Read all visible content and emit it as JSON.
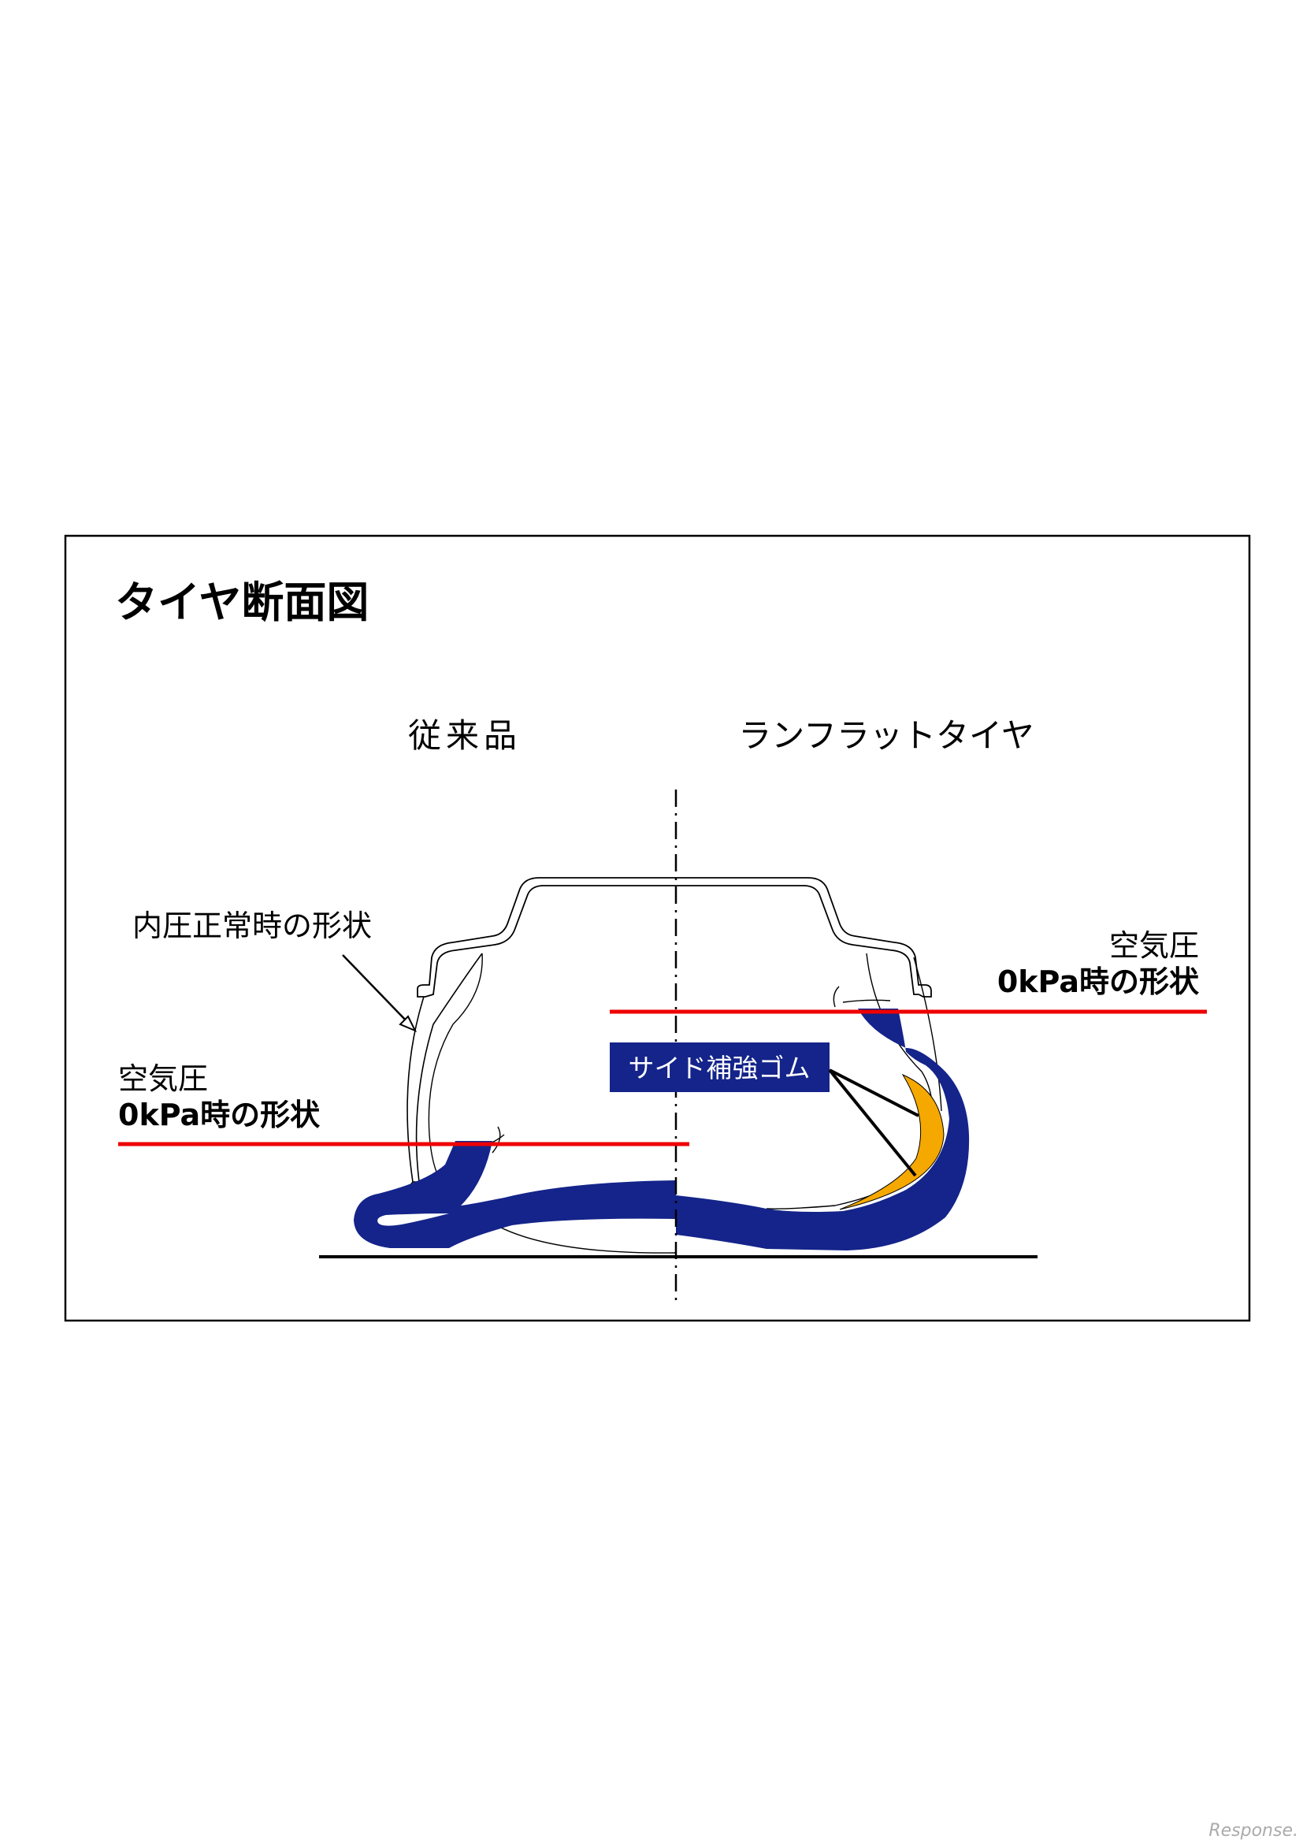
{
  "title": "タイヤ断面図",
  "columns": {
    "conventional": "従来品",
    "runflat": "ランフラットタイヤ"
  },
  "labels": {
    "normal_shape": "内圧正常時の形状",
    "left_zero": {
      "line1": "空気圧",
      "line2": "0kPa時の形状"
    },
    "right_zero": {
      "line1": "空気圧",
      "line2": "0kPa時の形状"
    },
    "side_reinforcement": "サイド補強ゴム"
  },
  "watermark": "Response.",
  "colors": {
    "tire": "#14248a",
    "reinforcement": "#f5a800",
    "level_line": "#ee0000",
    "label_bg": "#14248a"
  }
}
